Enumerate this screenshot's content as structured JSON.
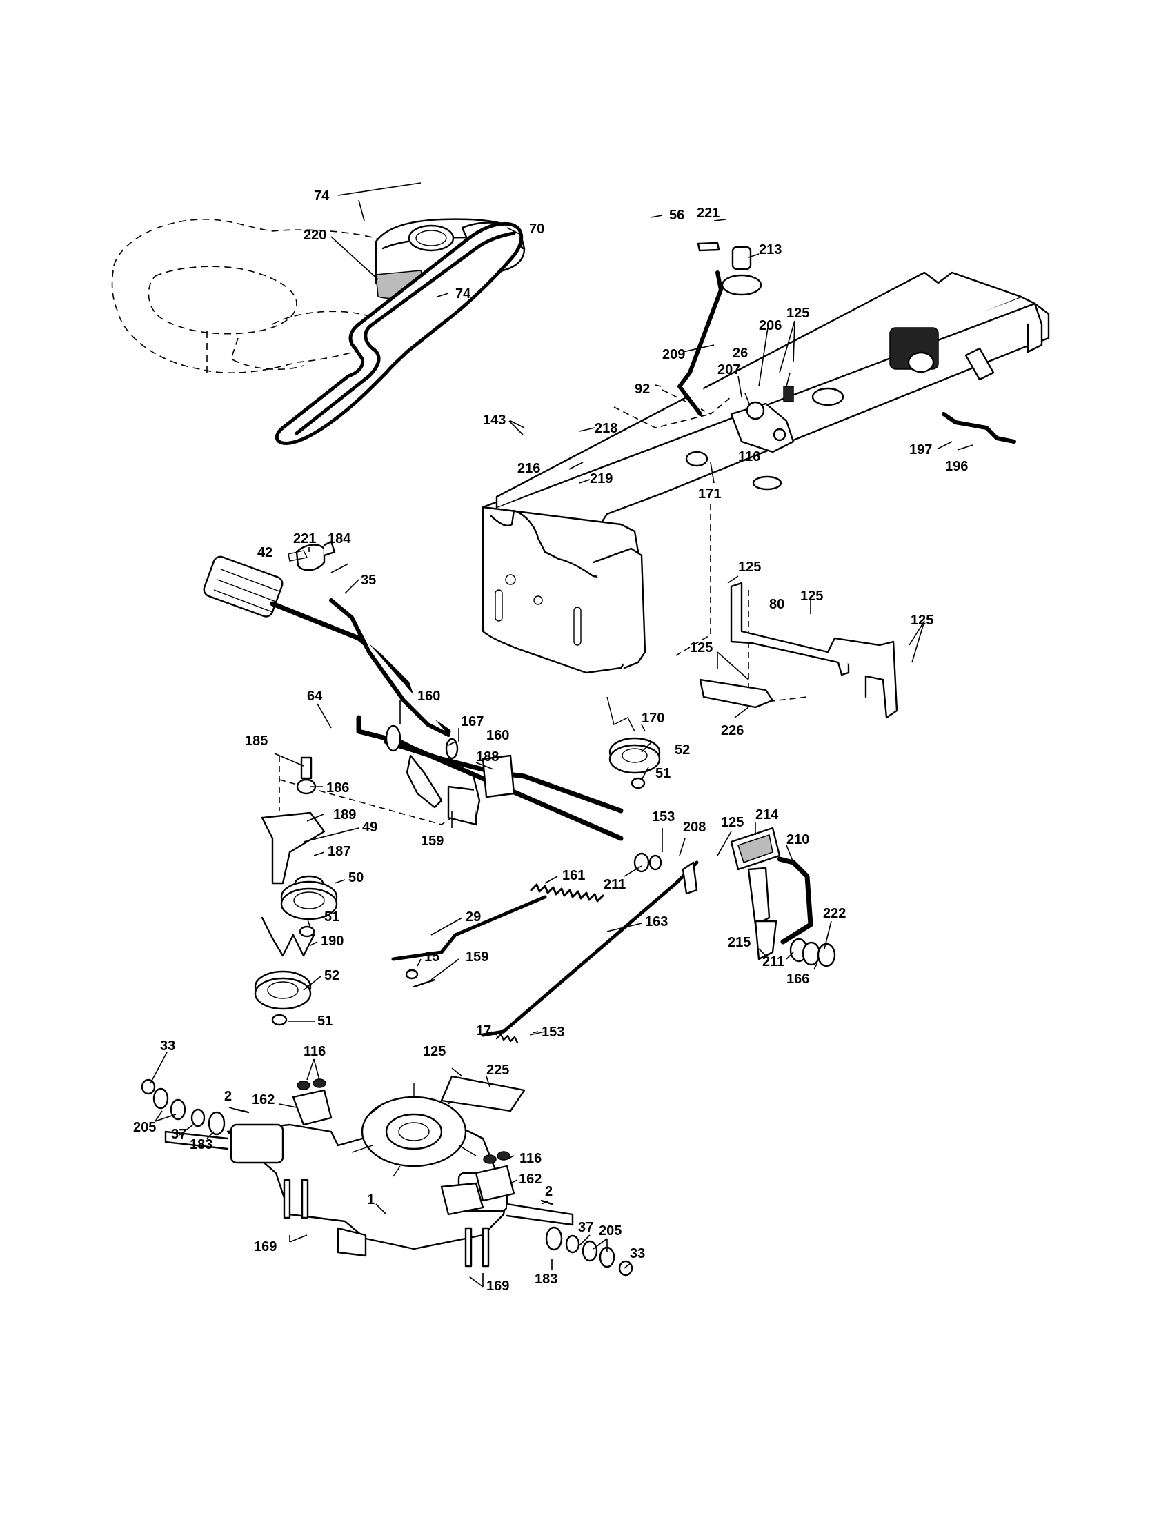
{
  "diagram": {
    "labels": [
      "74",
      "220",
      "70",
      "74",
      "56",
      "221",
      "213",
      "209",
      "125",
      "206",
      "26",
      "207",
      "92",
      "116",
      "143",
      "218",
      "216",
      "219",
      "171",
      "197",
      "196",
      "221",
      "184",
      "42",
      "35",
      "125",
      "80",
      "125",
      "125",
      "125",
      "226",
      "64",
      "160",
      "167",
      "160",
      "188",
      "170",
      "52",
      "51",
      "185",
      "186",
      "189",
      "49",
      "187",
      "50",
      "159",
      "153",
      "208",
      "125",
      "214",
      "210",
      "161",
      "211",
      "29",
      "163",
      "51",
      "190",
      "15",
      "159",
      "222",
      "215",
      "211",
      "166",
      "52",
      "51",
      "17",
      "153",
      "33",
      "116",
      "125",
      "225",
      "2",
      "162",
      "205",
      "37",
      "183",
      "116",
      "162",
      "1",
      "2",
      "37",
      "205",
      "33",
      "169",
      "183",
      "169"
    ]
  }
}
